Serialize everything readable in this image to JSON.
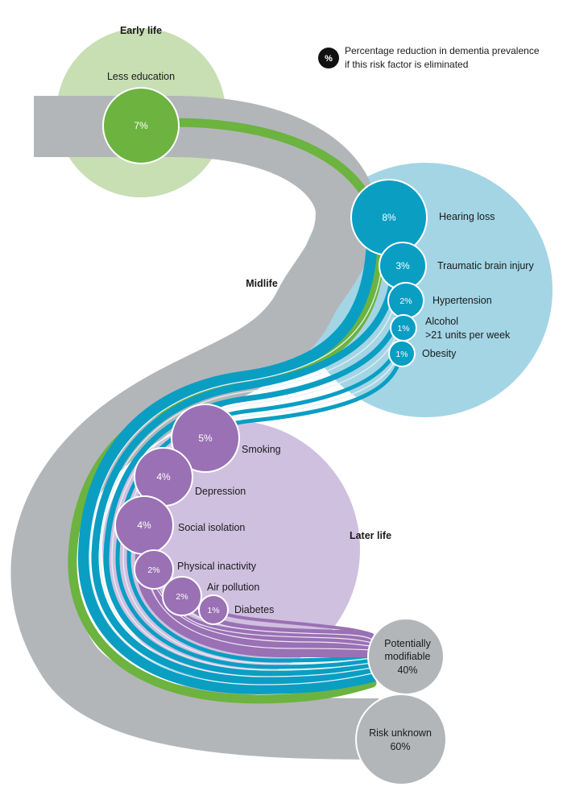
{
  "stages": {
    "early": "Early life",
    "mid": "Midlife",
    "later": "Later life"
  },
  "legend": {
    "symbol": "%",
    "line1": "Percentage reduction in dementia prevalence",
    "line2": "if this risk factor is eliminated"
  },
  "early_factors": [
    {
      "label": "Less education",
      "value": "7%"
    }
  ],
  "mid_factors": [
    {
      "label": "Hearing loss",
      "value": "8%"
    },
    {
      "label": "Traumatic brain injury",
      "value": "3%"
    },
    {
      "label": "Hypertension",
      "value": "2%"
    },
    {
      "label": "Alcohol",
      "label2": ">21 units per week",
      "value": "1%"
    },
    {
      "label": "Obesity",
      "value": "1%"
    }
  ],
  "later_factors": [
    {
      "label": "Smoking",
      "value": "5%"
    },
    {
      "label": "Depression",
      "value": "4%"
    },
    {
      "label": "Social isolation",
      "value": "4%"
    },
    {
      "label": "Physical inactivity",
      "value": "2%"
    },
    {
      "label": "Air pollution",
      "value": "2%"
    },
    {
      "label": "Diabetes",
      "value": "1%"
    }
  ],
  "modifiable": {
    "line1": "Potentially",
    "line2": "modifiable",
    "line3": "40%"
  },
  "unknown": {
    "line1": "Risk unknown",
    "line2": "60%"
  },
  "colors": {
    "early_bg": "#c8deb3",
    "early_circle": "#6cb33f",
    "mid_bg": "#a3d5e5",
    "mid_circle": "#0a9ec3",
    "later_bg": "#d0c0e0",
    "later_circle": "#9a71b4",
    "grey": "#b2b6b9",
    "green_band": "#6cb33f",
    "blue_band": "#0a9ec3",
    "purple_band": "#9a71b4"
  }
}
